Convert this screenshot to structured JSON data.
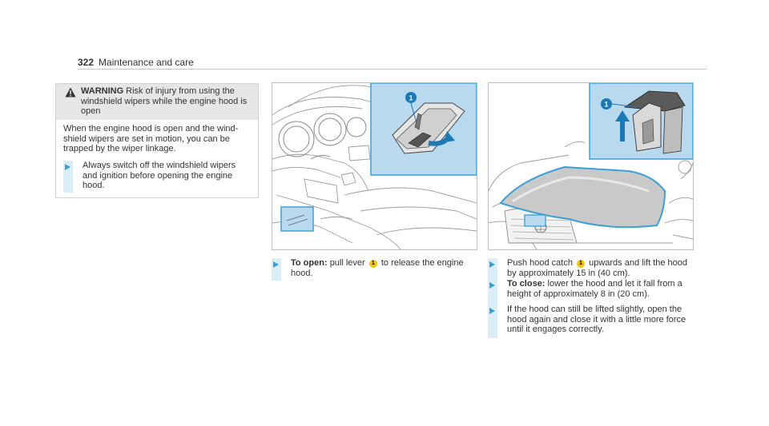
{
  "header": {
    "page_number": "322",
    "section": "Maintenance and care"
  },
  "warning": {
    "icon": "warning-triangle-icon",
    "label": "WARNING",
    "title": "Risk of injury from using the windshield wipers while the engine hood is open",
    "body": "When the engine hood is open and the wind-shield wipers are set in motion, you can be trapped by the wiper linkage.",
    "step": "Always switch off the windshield wipers and ignition before opening the engine hood."
  },
  "figure1": {
    "callout": "1",
    "caption_bold": "To open:",
    "caption_pre": "pull lever",
    "caption_post": "to release the engine hood."
  },
  "figure2": {
    "callout": "1",
    "step1_pre": "Push hood catch",
    "step1_post": "upwards and lift the hood by approximately 15 in (40 cm).",
    "step2_bold": "To close:",
    "step2_text": "lower the hood and let it fall from a height of approximately 8 in (20 cm).",
    "step3": "If the hood can still be lifted slightly, open the hood again and close it with a little more force until it engages correctly."
  },
  "colors": {
    "accent_blue": "#3aa0d5",
    "highlight_blue": "#b8d9ee",
    "callout_blue": "#1b79b7",
    "badge_yellow": "#f5c400",
    "warning_bg": "#e6e6e6"
  }
}
